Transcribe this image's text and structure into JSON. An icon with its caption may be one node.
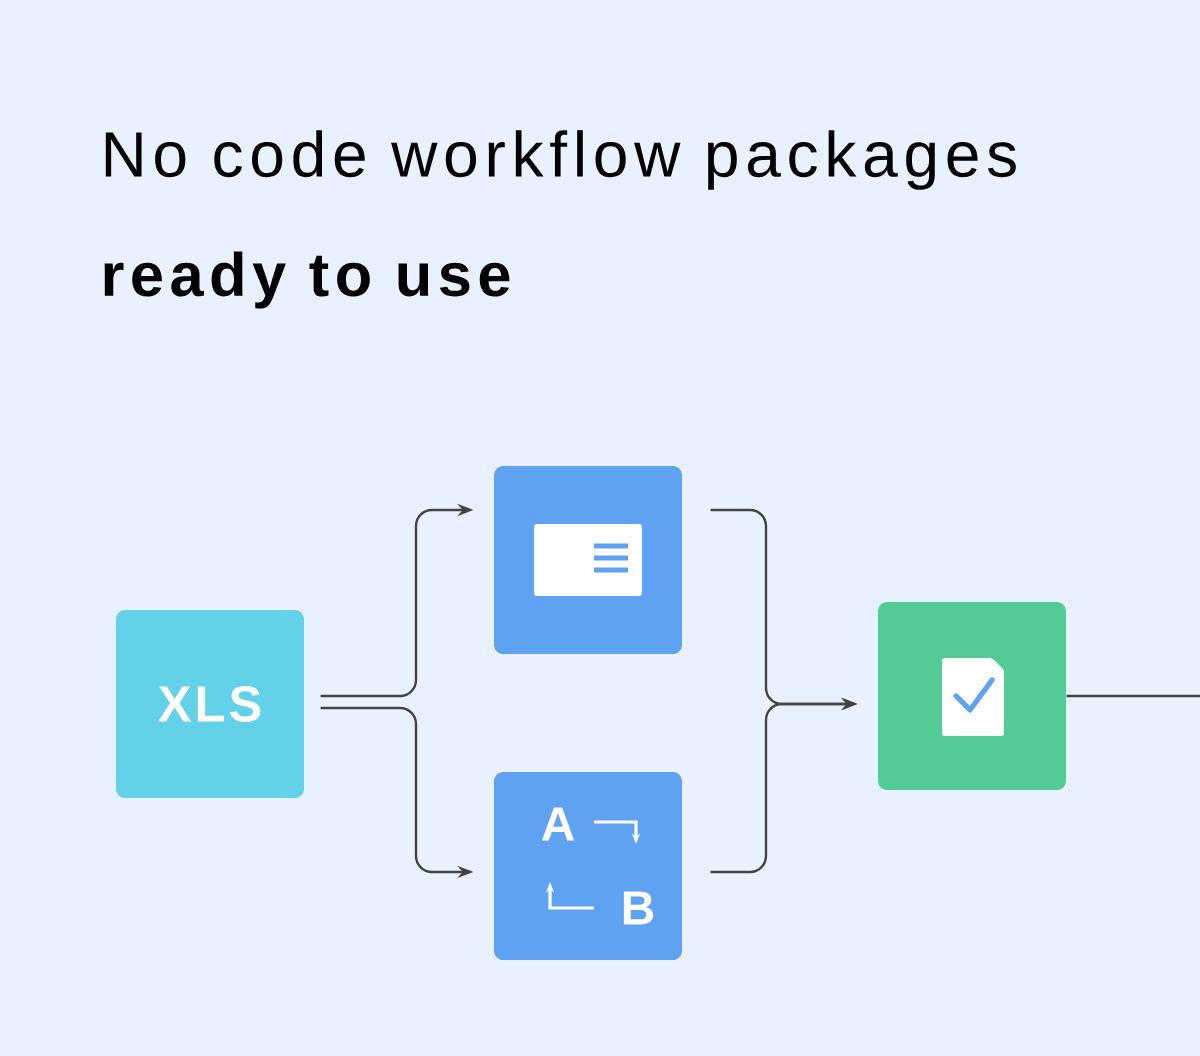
{
  "diagram": {
    "title": "No code workflow packages",
    "nodes": [
      {
        "text": [
          "XLS"
        ]
      },
      {
        "text": [],
        "shape": "box"
      },
      {
        "text": [
          "A",
          "B"
        ]
      },
      {
        "text": [],
        "shape": "box"
      }
    ],
    "edges": [
      {
        "from": 0,
        "to": 1,
        "arrow": "to"
      },
      {
        "from": 0,
        "to": 2,
        "arrow": "to"
      },
      {
        "from": 1,
        "to": 3,
        "arrow": "to"
      },
      {
        "from": 2,
        "to": 3,
        "arrow": "to"
      },
      {
        "from": 3,
        "to": null,
        "arrow": "none"
      }
    ],
    "labels": [
      "ready to use"
    ]
  }
}
